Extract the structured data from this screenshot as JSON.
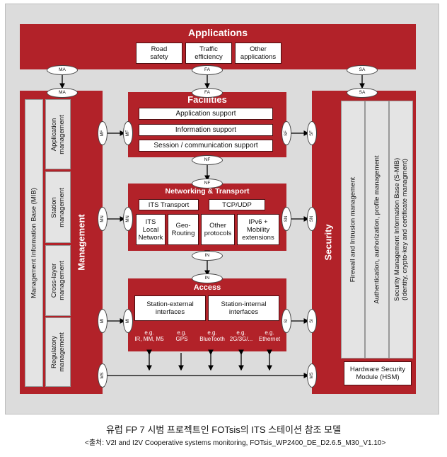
{
  "applications": {
    "title": "Applications",
    "items": [
      "Road\nsafety",
      "Traffic\nefficiency",
      "Other\napplications"
    ]
  },
  "facilities": {
    "title": "Facilities",
    "items": [
      "Application support",
      "Information support",
      "Session / communication support"
    ]
  },
  "networking": {
    "title": "Networking & Transport",
    "top_items": [
      "ITS Transport",
      "TCP/UDP"
    ],
    "items": [
      "ITS\nLocal\nNetwork",
      "Geo-\nRouting",
      "Other\nprotocols",
      "IPv6 +\nMobility\nextensions"
    ]
  },
  "access": {
    "title": "Access",
    "items": [
      "Station-external\ninterfaces",
      "Station-internal\ninterfaces"
    ],
    "examples": [
      "e.g.\nIR, MM, M5",
      "e.g.\nGPS",
      "e.g.\nBlueTooth",
      "e.g.\n2G/3G/...",
      "e.g.\nEthernet"
    ]
  },
  "management": {
    "title": "Management",
    "mib": "Management Information Base (MIB)",
    "items": [
      "Application\nmanagement",
      "Station\nmanagement",
      "Cross-layer\nmanagement",
      "Regulatory\nmanagement"
    ]
  },
  "security": {
    "title": "Security",
    "items": [
      "Firewall and Intrusion management",
      "Authentication, authorization, profile management",
      "Security Management Information Base (S-MIB)\n(Identity, crypto-key and certificate managment)"
    ],
    "hsm": "Hardware Security\nModule (HSM)"
  },
  "sap_labels": {
    "ma": "MA",
    "fa": "FA",
    "sa": "SA",
    "nf": "NF",
    "in": "IN",
    "mf": "MF",
    "mn": "MN",
    "mi": "MI",
    "ms": "MS",
    "sf": "SF",
    "sn": "SN",
    "si": "SI"
  },
  "caption": {
    "title": "유럽 FP 7 시범 프로젝트인 FOTsis의 ITS 스테이션 참조 모델",
    "source": "<출처: V2I and I2V Cooperative systems monitoring, FOTsis_WP2400_DE_D2.6.5_M30_V1.10>"
  },
  "colors": {
    "layer_red": "#b22229",
    "frame_gray": "#dcdcdc"
  }
}
